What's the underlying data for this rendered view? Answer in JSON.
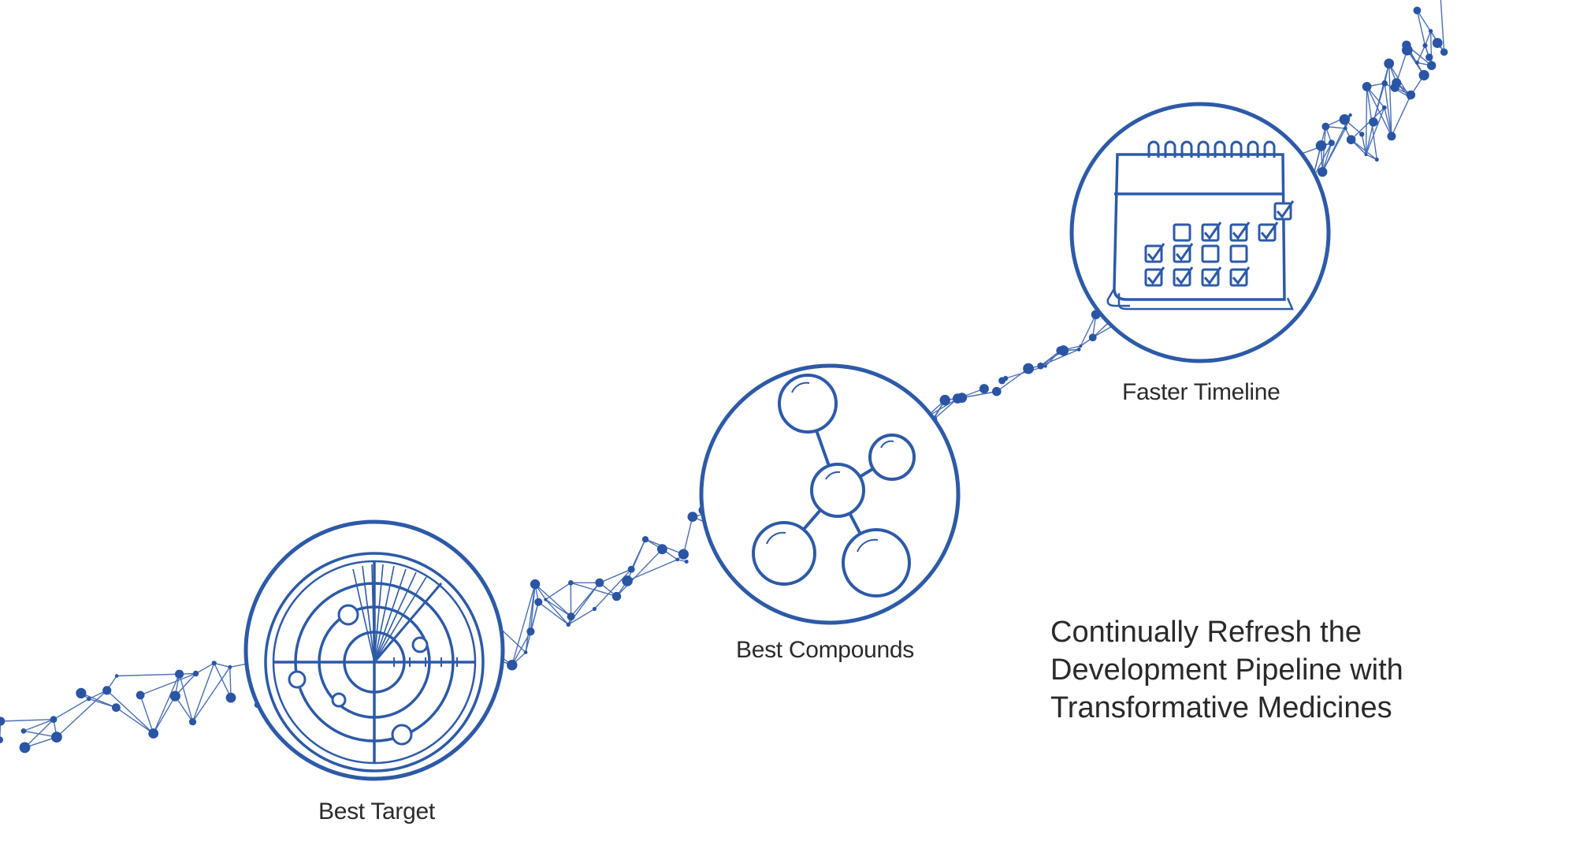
{
  "colors": {
    "accent": "#2a55a4",
    "ring": "#2d5aa8",
    "text": "#2b2b2b"
  },
  "steps": [
    {
      "label": "Best Target",
      "icon": "radar-icon"
    },
    {
      "label": "Best Compounds",
      "icon": "molecule-icon"
    },
    {
      "label": "Faster Timeline",
      "icon": "calendar-icon"
    }
  ],
  "headline": {
    "line1": "Continually Refresh the",
    "line2": "Development Pipeline with",
    "line3": "Transformative Medicines"
  }
}
